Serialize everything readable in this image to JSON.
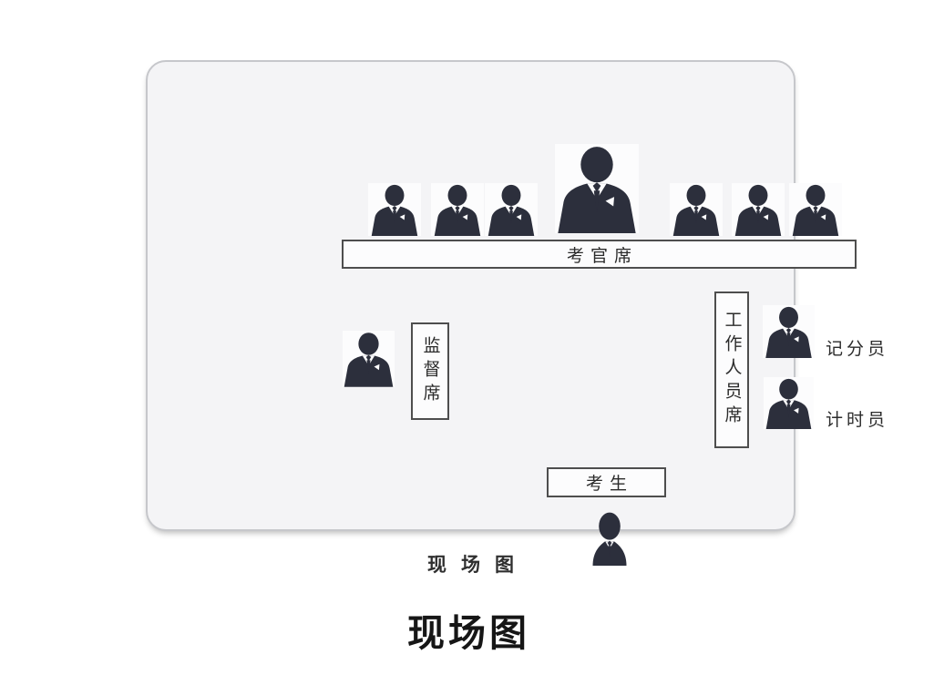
{
  "page": {
    "title": "现场图"
  },
  "diagram": {
    "caption": "现场图",
    "examiner_desk_label": "考官席",
    "examiner_seats": 7,
    "supervisor_desk_label": "监督席",
    "staff_desk_label": "工作人员席",
    "scorekeeper_label": "记分员",
    "timekeeper_label": "计时员",
    "candidate_desk_label": "考生"
  },
  "colors": {
    "icon_fill": "#2c2f3c",
    "room_background": "#f4f4f6",
    "room_border": "#c6c7cb",
    "box_border": "#4e4e4e"
  }
}
